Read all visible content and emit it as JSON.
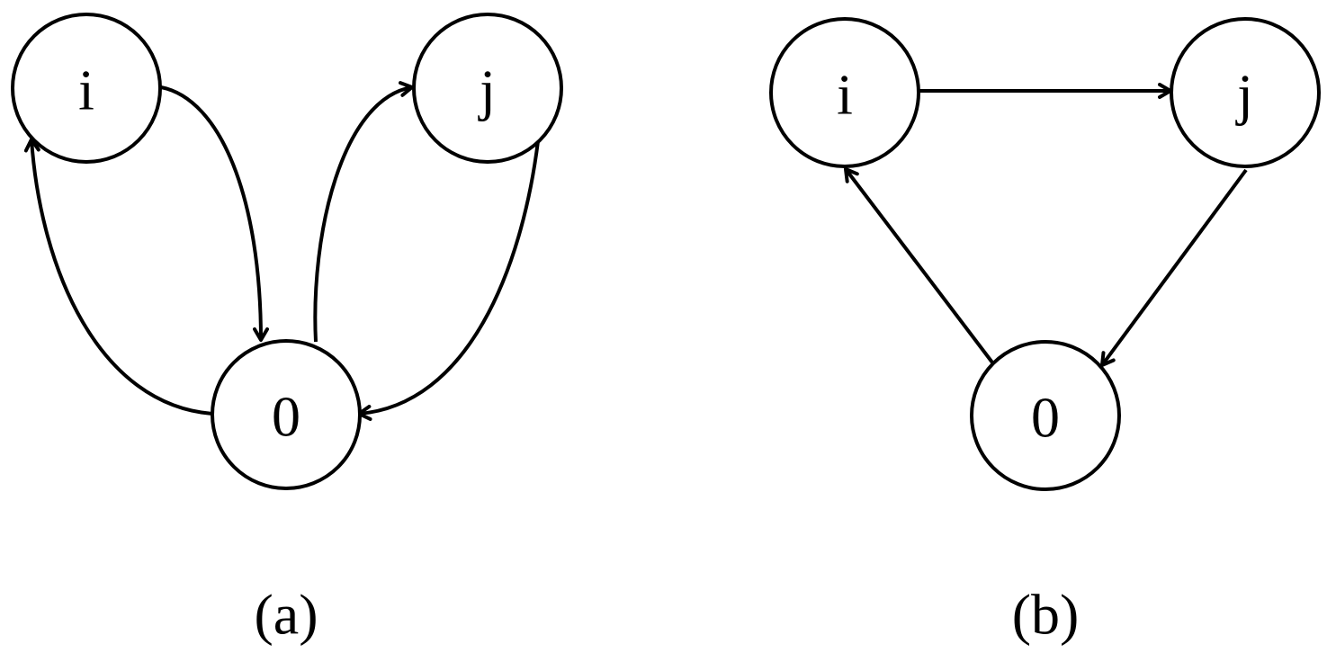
{
  "panels": [
    {
      "id": "a",
      "caption": "(a)",
      "nodes": [
        {
          "id": "i",
          "label": "i"
        },
        {
          "id": "j",
          "label": "j"
        },
        {
          "id": "0",
          "label": "0"
        }
      ],
      "edges": [
        {
          "from": "i",
          "to": "0"
        },
        {
          "from": "0",
          "to": "i"
        },
        {
          "from": "0",
          "to": "j"
        },
        {
          "from": "j",
          "to": "0"
        }
      ]
    },
    {
      "id": "b",
      "caption": "(b)",
      "nodes": [
        {
          "id": "i",
          "label": "i"
        },
        {
          "id": "j",
          "label": "j"
        },
        {
          "id": "0",
          "label": "0"
        }
      ],
      "edges": [
        {
          "from": "i",
          "to": "j"
        },
        {
          "from": "j",
          "to": "0"
        },
        {
          "from": "0",
          "to": "i"
        }
      ]
    }
  ]
}
